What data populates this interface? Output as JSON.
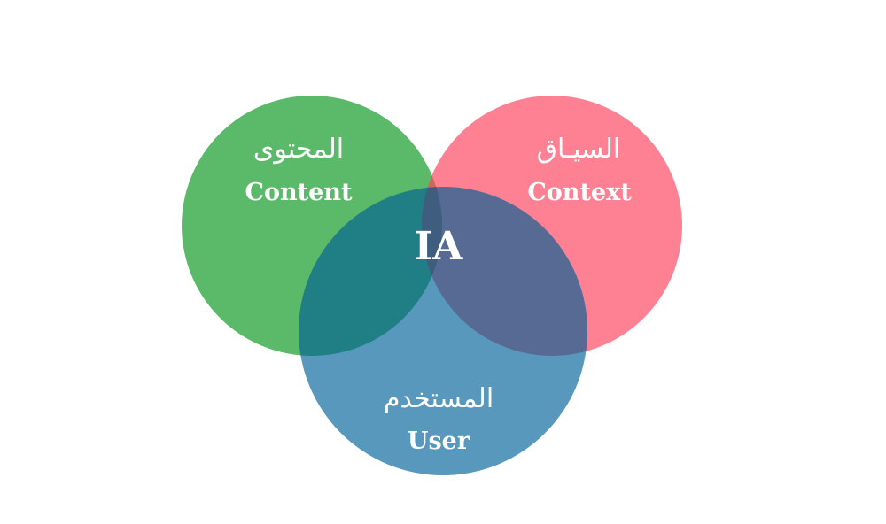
{
  "circles": {
    "content": {
      "label_ar": "المحتوى",
      "label_en": "Content",
      "color": "#5aba6a"
    },
    "context": {
      "label_ar": "السيـاق",
      "label_en": "Context",
      "color": "#fd8192"
    },
    "user": {
      "label_ar": "المستخدم",
      "label_en": "User",
      "color": "#5798bc"
    }
  },
  "overlaps": {
    "content_context_color": "#c76c5d",
    "content_user_color": "#1f7f85",
    "context_user_color": "#576a94",
    "center_color": "#3e5d7f"
  },
  "center": {
    "label": "IA"
  }
}
